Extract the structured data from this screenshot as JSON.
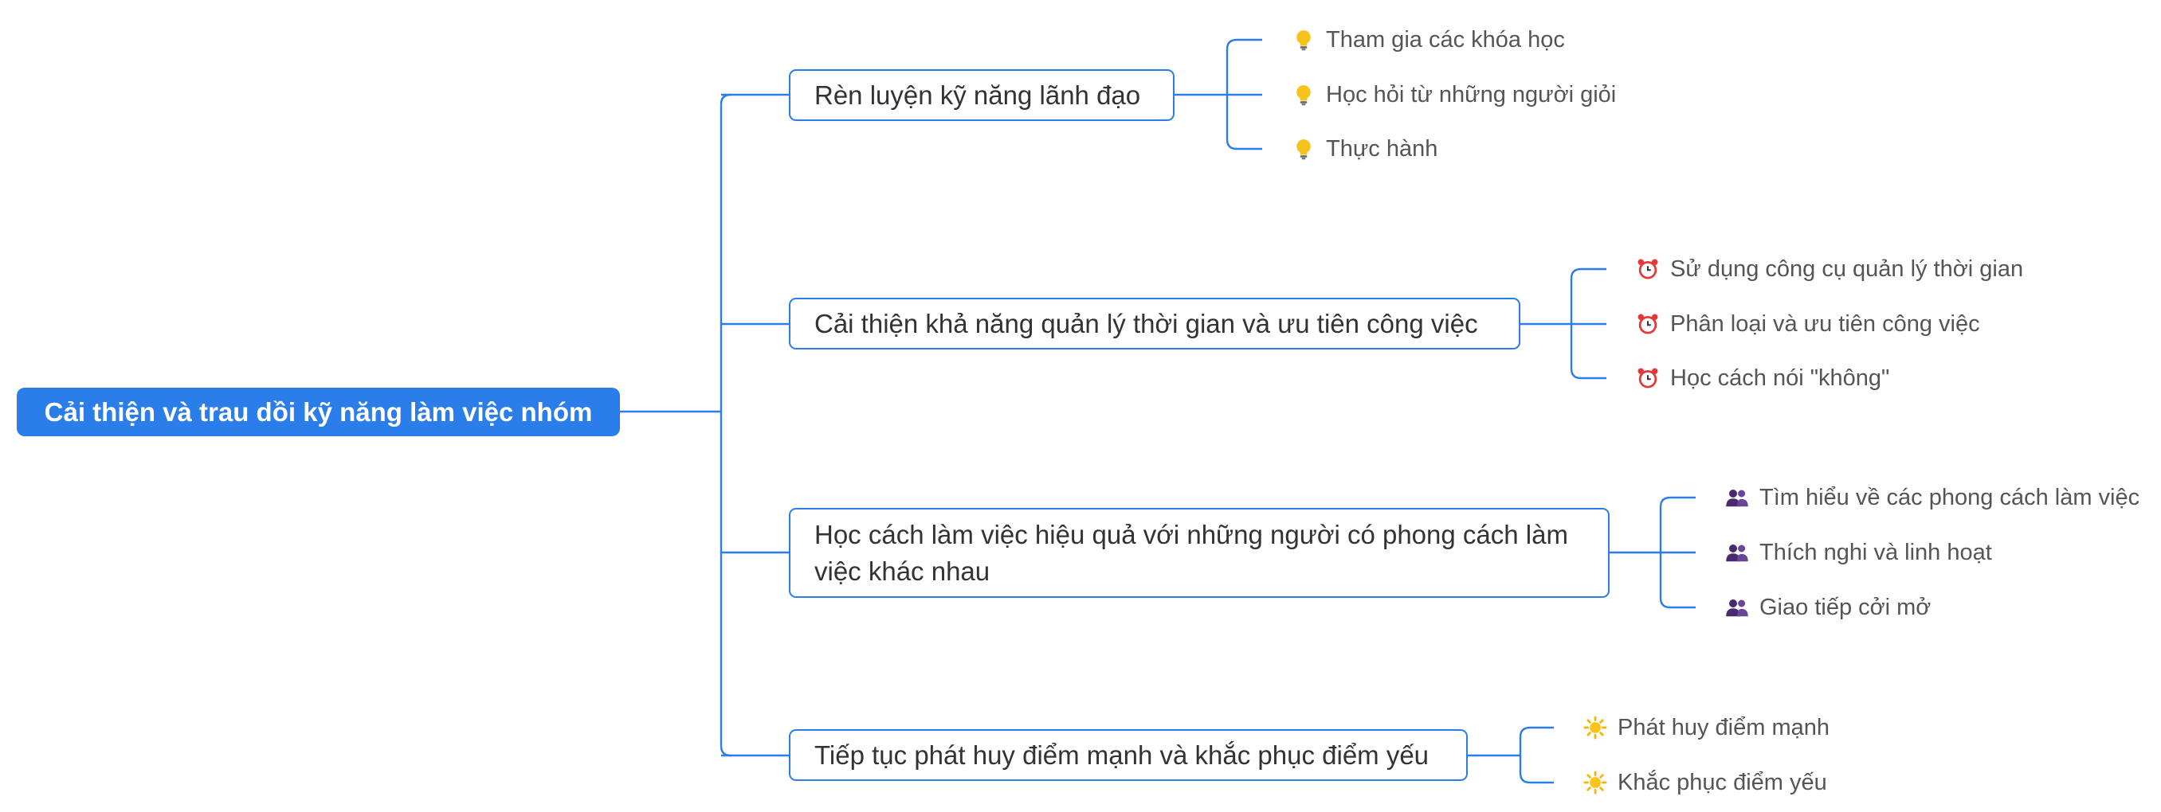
{
  "root": {
    "label": "Cải thiện và trau dồi kỹ năng làm việc nhóm",
    "color": "#2b7de9"
  },
  "branches": [
    {
      "label": "Rèn luyện kỹ năng lãnh đạo",
      "icon": "lightbulb-icon",
      "leaves": [
        "Tham gia các khóa học",
        "Học hỏi từ những người giỏi",
        "Thực hành"
      ]
    },
    {
      "label": "Cải thiện khả năng quản lý thời gian và ưu tiên công việc",
      "icon": "alarm-clock-icon",
      "leaves": [
        "Sử dụng công cụ quản lý thời gian",
        "Phân loại và ưu tiên công việc",
        "Học cách nói \"không\""
      ]
    },
    {
      "label_lines": [
        "Học cách làm việc hiệu quả với những người có phong cách làm",
        "việc khác nhau"
      ],
      "icon": "people-icon",
      "leaves": [
        "Tìm hiểu về các phong cách làm việc",
        "Thích nghi và linh hoạt",
        "Giao tiếp cởi mở"
      ]
    },
    {
      "label": "Tiếp tục phát huy điểm mạnh và khắc phục điểm yếu",
      "icon": "sun-icon",
      "leaves": [
        "Phát huy điểm mạnh",
        "Khắc phục điểm yếu"
      ]
    }
  ]
}
